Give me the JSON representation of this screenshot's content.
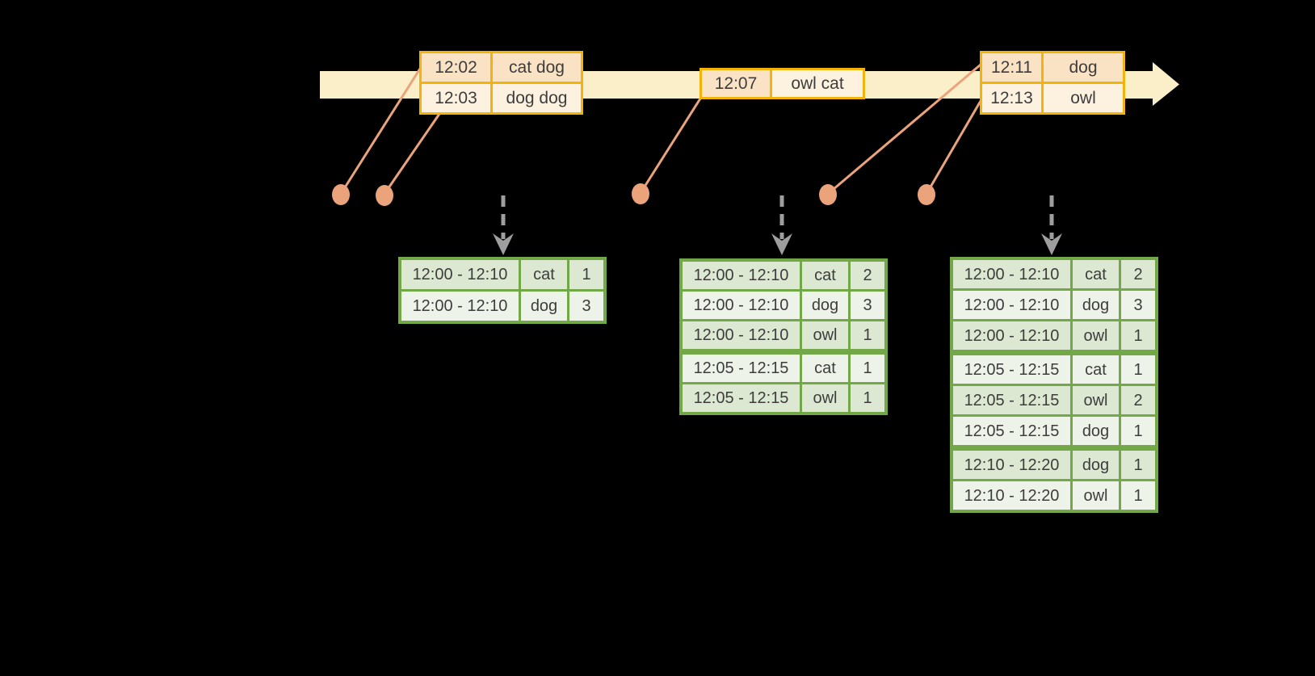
{
  "colors": {
    "background": "#000000",
    "timeline": "#FBEFCA",
    "event_border": "#F2B30B",
    "event_row_dark": "#FAE2C4",
    "event_row_light": "#FDF2DF",
    "connector": "#EBA37C",
    "trigger_arrow": "#9E9E9E",
    "result_border": "#72A847",
    "result_row_dark": "#DCE8D1",
    "result_row_light": "#EEF3EA",
    "text": "#3D3D3D"
  },
  "event_tables": [
    {
      "rows": [
        {
          "time": "12:02",
          "words": "cat dog"
        },
        {
          "time": "12:03",
          "words": "dog dog"
        }
      ]
    },
    {
      "rows": [
        {
          "time": "12:07",
          "words": "owl cat"
        }
      ]
    },
    {
      "rows": [
        {
          "time": "12:11",
          "words": "dog"
        },
        {
          "time": "12:13",
          "words": "owl"
        }
      ]
    }
  ],
  "result_tables": [
    {
      "groups": [
        [
          {
            "window": "12:00 - 12:10",
            "word": "cat",
            "count": "1"
          },
          {
            "window": "12:00 - 12:10",
            "word": "dog",
            "count": "3"
          }
        ]
      ]
    },
    {
      "groups": [
        [
          {
            "window": "12:00 - 12:10",
            "word": "cat",
            "count": "2"
          },
          {
            "window": "12:00 - 12:10",
            "word": "dog",
            "count": "3"
          },
          {
            "window": "12:00 - 12:10",
            "word": "owl",
            "count": "1"
          }
        ],
        [
          {
            "window": "12:05 - 12:15",
            "word": "cat",
            "count": "1"
          },
          {
            "window": "12:05 - 12:15",
            "word": "owl",
            "count": "1"
          }
        ]
      ]
    },
    {
      "groups": [
        [
          {
            "window": "12:00 - 12:10",
            "word": "cat",
            "count": "2"
          },
          {
            "window": "12:00 - 12:10",
            "word": "dog",
            "count": "3"
          },
          {
            "window": "12:00 - 12:10",
            "word": "owl",
            "count": "1"
          }
        ],
        [
          {
            "window": "12:05 - 12:15",
            "word": "cat",
            "count": "1"
          },
          {
            "window": "12:05 - 12:15",
            "word": "owl",
            "count": "2"
          },
          {
            "window": "12:05 - 12:15",
            "word": "dog",
            "count": "1"
          }
        ],
        [
          {
            "window": "12:10 - 12:20",
            "word": "dog",
            "count": "1"
          },
          {
            "window": "12:10 - 12:20",
            "word": "owl",
            "count": "1"
          }
        ]
      ]
    }
  ]
}
